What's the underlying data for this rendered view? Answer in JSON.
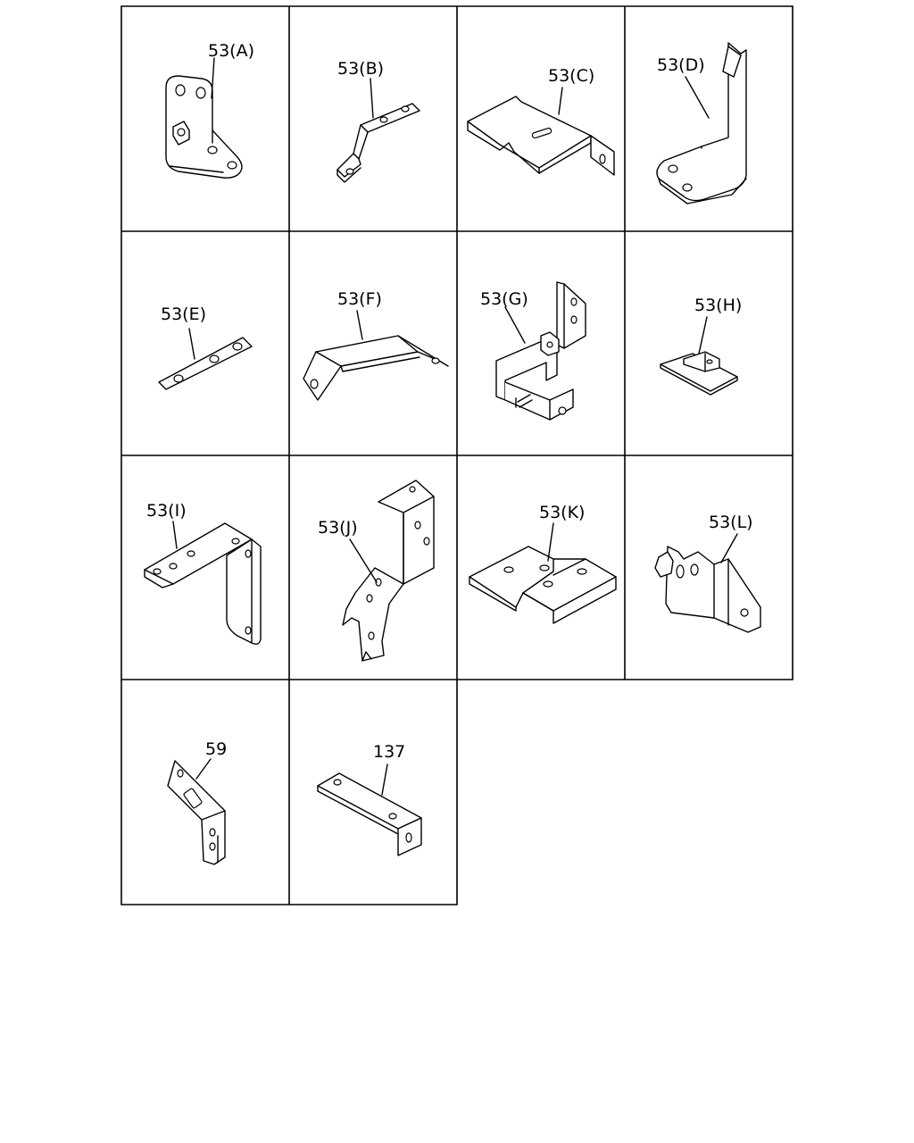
{
  "cells": [
    {
      "label": "53(A)",
      "part": "bracket-a"
    },
    {
      "label": "53(B)",
      "part": "bracket-b"
    },
    {
      "label": "53(C)",
      "part": "bracket-c"
    },
    {
      "label": "53(D)",
      "part": "bracket-d"
    },
    {
      "label": "53(E)",
      "part": "bracket-e"
    },
    {
      "label": "53(F)",
      "part": "bracket-f"
    },
    {
      "label": "53(G)",
      "part": "bracket-g"
    },
    {
      "label": "53(H)",
      "part": "bracket-h"
    },
    {
      "label": "53(I)",
      "part": "bracket-i"
    },
    {
      "label": "53(J)",
      "part": "bracket-j"
    },
    {
      "label": "53(K)",
      "part": "bracket-k"
    },
    {
      "label": "53(L)",
      "part": "bracket-l"
    },
    {
      "label": "59",
      "part": "bracket-59"
    },
    {
      "label": "137",
      "part": "bracket-137"
    }
  ]
}
